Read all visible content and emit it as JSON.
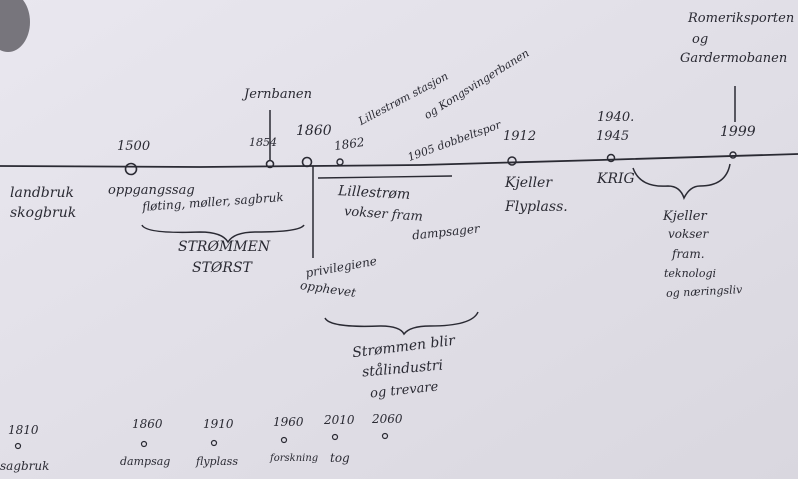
{
  "notes": {
    "landbruk": "landbruk",
    "skogbruk": "skogbruk",
    "y1500": "1500",
    "oppgangssag": "oppgangssag",
    "floting": "fløting, møller, sagbruk",
    "strommen": "STRØMMEN",
    "storst": "STØRST",
    "jernbanen": "Jernbanen",
    "y1854": "1854",
    "y1860": "1860",
    "privilegiene": "privilegiene",
    "opphevet": "opphevet",
    "y1862": "1862",
    "lillestrom_stasjon": "Lillestrøm stasjon",
    "kongsvingerbanen": "og Kongsvingerbanen",
    "dobbeltspor": "1905 dobbeltspor",
    "lillestrom": "Lillestrøm",
    "vokser_fram": "vokser fram",
    "dampsager": "dampsager",
    "y1912": "1912",
    "kjeller1": "Kjeller",
    "flyplass": "Flyplass.",
    "y1940": "1940.",
    "y1945": "1945",
    "krig": "KRIG",
    "y1999": "1999",
    "romeriksporten": "Romeriksporten",
    "og": "og",
    "gardermobanen": "Gardermobanen",
    "kjeller2": "Kjeller",
    "vokser": "vokser",
    "fram": "fram.",
    "teknologi": "teknologi",
    "og_naeringsliv": "og næringsliv",
    "strommen_blir": "Strømmen blir",
    "stalindustri": "stålindustri",
    "og_trevare": "og trevare"
  },
  "bottom_timeline": [
    {
      "year": "1810",
      "label": "sagbruk"
    },
    {
      "year": "1860",
      "label": "dampsag"
    },
    {
      "year": "1910",
      "label": "flyplass"
    },
    {
      "year": "1960",
      "label": "forskning"
    },
    {
      "year": "2010",
      "label": "tog"
    },
    {
      "year": "2060",
      "label": ""
    }
  ],
  "colors": {
    "ink": "#2a2a33",
    "paper": "#e4e2ea",
    "background": "#8e8c94"
  }
}
